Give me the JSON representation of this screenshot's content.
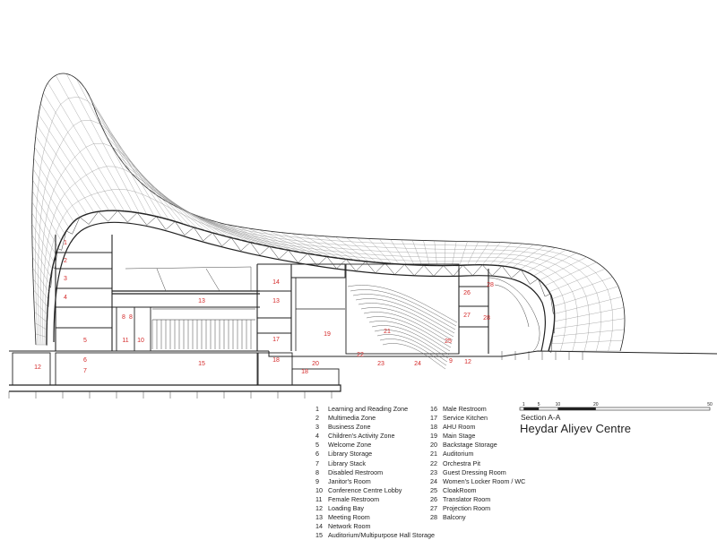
{
  "rooms": [
    {
      "number": "1",
      "name": "Learning and Reading Zone"
    },
    {
      "number": "2",
      "name": "Multimedia Zone"
    },
    {
      "number": "3",
      "name": "Business Zone"
    },
    {
      "number": "4",
      "name": "Children's Activity Zone"
    },
    {
      "number": "5",
      "name": "Welcome Zone"
    },
    {
      "number": "6",
      "name": "Library Storage"
    },
    {
      "number": "7",
      "name": "Library Stack"
    },
    {
      "number": "8",
      "name": "Disabled Restroom"
    },
    {
      "number": "9",
      "name": "Janitor's Room"
    },
    {
      "number": "10",
      "name": "Conference Centre Lobby"
    },
    {
      "number": "11",
      "name": "Female Restroom"
    },
    {
      "number": "12",
      "name": "Loading Bay"
    },
    {
      "number": "13",
      "name": "Meeting Room"
    },
    {
      "number": "14",
      "name": "Network Room"
    },
    {
      "number": "15",
      "name": "Auditorium/Multipurpose Hall Storage"
    },
    {
      "number": "16",
      "name": "Male Restroom"
    },
    {
      "number": "17",
      "name": "Service Kitchen"
    },
    {
      "number": "18",
      "name": "AHU Room"
    },
    {
      "number": "19",
      "name": "Main Stage"
    },
    {
      "number": "20",
      "name": "Backstage Storage"
    },
    {
      "number": "21",
      "name": "Auditorium"
    },
    {
      "number": "22",
      "name": "Orchestra Pit"
    },
    {
      "number": "23",
      "name": "Guest Dressing Room"
    },
    {
      "number": "24",
      "name": "Women's Locker Room / WC"
    },
    {
      "number": "25",
      "name": "CloakRoom"
    },
    {
      "number": "26",
      "name": "Translator Room"
    },
    {
      "number": "27",
      "name": "Projection Room"
    },
    {
      "number": "28",
      "name": "Balcony"
    }
  ],
  "section_label": "Section A-A",
  "title": "Heydar Aliyev Centre",
  "scale_bar": {
    "tick_labels": [
      "1",
      "5",
      "10",
      "20",
      "50"
    ],
    "tick_values": [
      1,
      5,
      10,
      20,
      50
    ]
  },
  "room_markers": [
    "1",
    "2",
    "3",
    "4",
    "5",
    "6",
    "7",
    "12",
    "8",
    "8",
    "11",
    "10",
    "15",
    "13",
    "13",
    "14",
    "17",
    "18",
    "19",
    "20",
    "21",
    "22",
    "18",
    "23",
    "24",
    "25",
    "9",
    "12",
    "26",
    "28",
    "27",
    "28"
  ],
  "colors": {
    "line": "#222222",
    "shell_grid": "#8a8a8a",
    "room_number": "#d42a2a",
    "text": "#222222"
  }
}
